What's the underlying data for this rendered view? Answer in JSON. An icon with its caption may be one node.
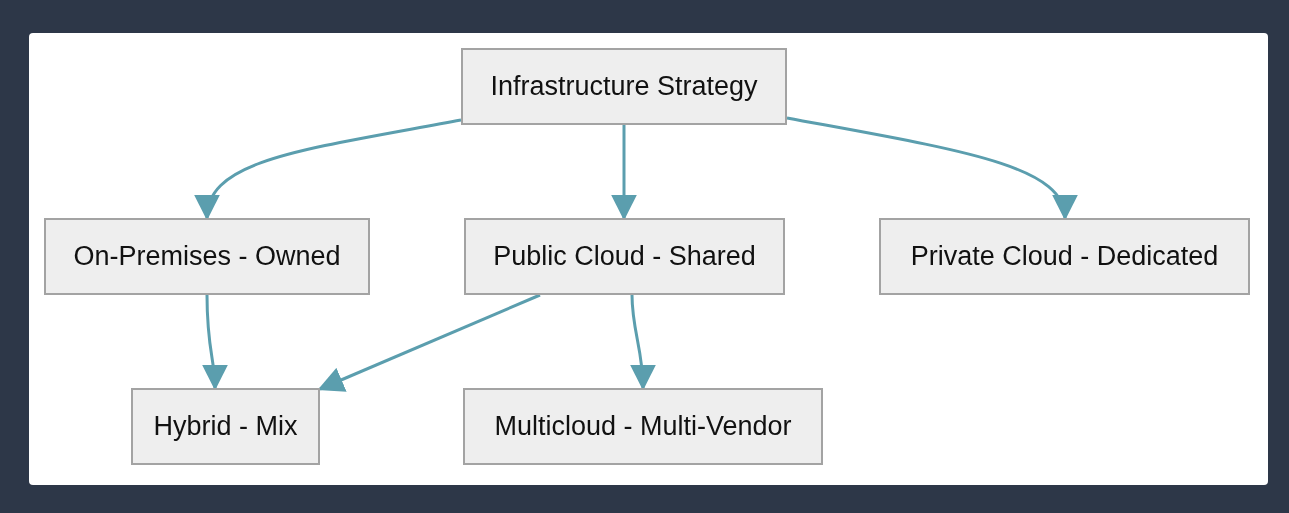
{
  "diagram": {
    "nodes": [
      {
        "text": [
          "Infrastructure Strategy"
        ]
      },
      {
        "text": [
          "On-Premises - Owned"
        ]
      },
      {
        "text": [
          "Public Cloud - Shared"
        ]
      },
      {
        "text": [
          "Private Cloud - Dedicated"
        ]
      },
      {
        "text": [
          "Hybrid - Mix"
        ]
      },
      {
        "text": [
          "Multicloud - Multi-Vendor"
        ]
      }
    ],
    "edges": [
      {
        "from": 0,
        "to": 1,
        "arrow": "to"
      },
      {
        "from": 0,
        "to": 2,
        "arrow": "to"
      },
      {
        "from": 0,
        "to": 3,
        "arrow": "to"
      },
      {
        "from": 1,
        "to": 4,
        "arrow": "to"
      },
      {
        "from": 2,
        "to": 4,
        "arrow": "to"
      },
      {
        "from": 2,
        "to": 5,
        "arrow": "to"
      }
    ]
  }
}
